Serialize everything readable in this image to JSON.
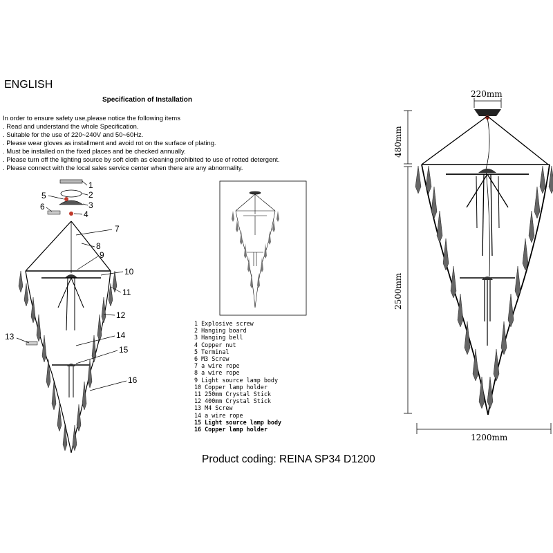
{
  "header": {
    "language": "ENGLISH",
    "spec_title": "Specification of Installation"
  },
  "instructions": [
    " In order to ensure safety use,please notice the following items",
    ". Read and understand the whole Specification.",
    ". Suitable for the use of 220~240V and 50~60Hz.",
    ". Please wear gloves as installment and avoid rot on the surface of plating.",
    ". Must be installed on the fixed places and be checked annually.",
    ". Please turn off the lighting source by soft cloth as cleaning prohibited to use of rotted detergent.",
    ". Please connect with the local sales service center when there are any abnormality."
  ],
  "parts": [
    {
      "text": "1 Explosive screw",
      "bold": false
    },
    {
      "text": "2 Hanging board",
      "bold": false
    },
    {
      "text": "3 Hanging bell",
      "bold": false
    },
    {
      "text": "4 Copper nut",
      "bold": false
    },
    {
      "text": "5 Terminal",
      "bold": false
    },
    {
      "text": "6 M3 Screw",
      "bold": false
    },
    {
      "text": "7 a wire rope",
      "bold": false
    },
    {
      "text": "8 a wire rope",
      "bold": false
    },
    {
      "text": "9 Light source lamp body",
      "bold": false
    },
    {
      "text": "10 Copper lamp holder",
      "bold": false
    },
    {
      "text": "11 250mm Crystal Stick",
      "bold": false
    },
    {
      "text": "12 400mm Crystal Stick",
      "bold": false
    },
    {
      "text": "13 M4 Screw",
      "bold": false
    },
    {
      "text": "14 a wire rope",
      "bold": false
    },
    {
      "text": "15 Light source lamp body",
      "bold": true
    },
    {
      "text": "16 Copper lamp holder",
      "bold": true
    }
  ],
  "callouts": [
    "1",
    "2",
    "3",
    "4",
    "5",
    "6",
    "7",
    "8",
    "9",
    "10",
    "11",
    "12",
    "13",
    "14",
    "15",
    "16"
  ],
  "product_coding": "Product coding: REINA SP34 D1200",
  "dimensions": {
    "top_width": "220mm",
    "hang_height": "480mm",
    "body_height": "2500mm",
    "diameter": "1200mm"
  },
  "colors": {
    "ink": "#000000",
    "terminal": "#c0392b"
  }
}
